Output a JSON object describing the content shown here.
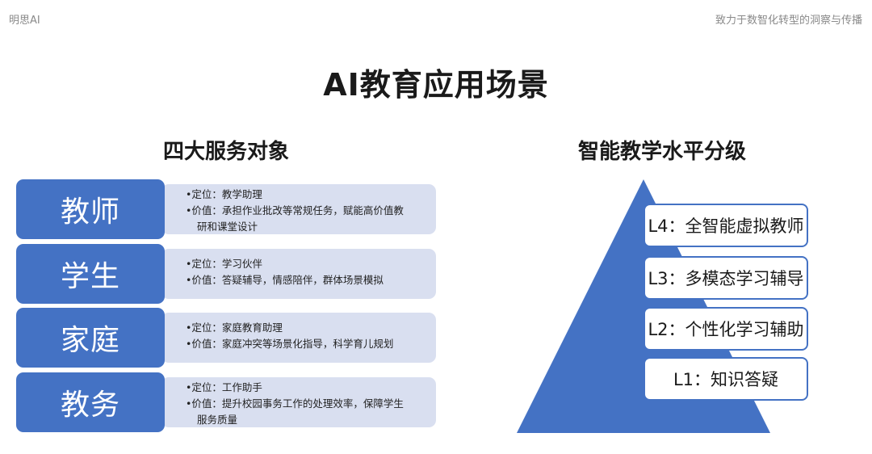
{
  "header": {
    "brand": "明思AI",
    "tagline": "致力于数智化转型的洞察与传播"
  },
  "title": "AI教育应用场景",
  "services": {
    "title": "四大服务对象",
    "items": [
      {
        "name": "教师",
        "role": "•定位：教学助理",
        "value": "•价值：承担作业批改等常规任务，赋能高价值教",
        "value_cont": "研和课堂设计"
      },
      {
        "name": "学生",
        "role": "•定位：学习伙伴",
        "value": "•价值：答疑辅导，情感陪伴，群体场景模拟",
        "value_cont": ""
      },
      {
        "name": "家庭",
        "role": "•定位：家庭教育助理",
        "value": "•价值：家庭冲突等场景化指导，科学育儿规划",
        "value_cont": ""
      },
      {
        "name": "教务",
        "role": "•定位：工作助手",
        "value": "•价值：提升校园事务工作的处理效率，保障学生",
        "value_cont": "服务质量"
      }
    ]
  },
  "levels": {
    "title": "智能教学水平分级",
    "items": [
      {
        "label": "L4：全智能虚拟教师"
      },
      {
        "label": "L3：多模态学习辅导"
      },
      {
        "label": "L2：个性化学习辅助"
      },
      {
        "label": "L1：知识答疑"
      }
    ],
    "color": "#4472c4"
  },
  "colors": {
    "primary": "#4472c4",
    "light": "#d9dff0"
  }
}
